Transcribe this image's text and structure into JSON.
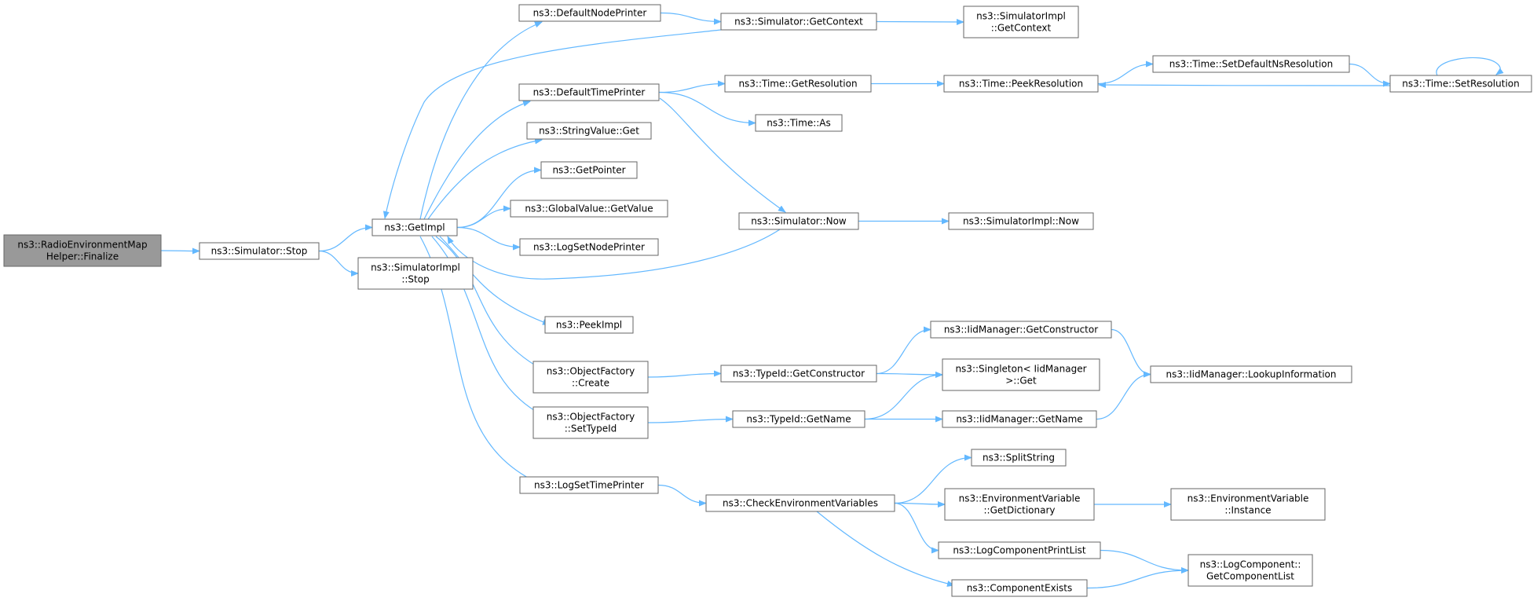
{
  "style": {
    "edge_color": "#63b8ff",
    "node_border": "#666666",
    "root_fill": "#999999"
  },
  "nodes": [
    {
      "id": "rem_finalize",
      "lines": [
        "ns3::RadioEnvironmentMap",
        "Helper::Finalize"
      ],
      "root": true
    },
    {
      "id": "sim_stop",
      "lines": [
        "ns3::Simulator::Stop"
      ]
    },
    {
      "id": "getimpl",
      "lines": [
        "ns3::GetImpl"
      ]
    },
    {
      "id": "simimpl_stop",
      "lines": [
        "ns3::SimulatorImpl",
        "::Stop"
      ]
    },
    {
      "id": "defaultnodeprinter",
      "lines": [
        "ns3::DefaultNodePrinter"
      ]
    },
    {
      "id": "sim_getcontext",
      "lines": [
        "ns3::Simulator::GetContext"
      ]
    },
    {
      "id": "simimpl_getcontext",
      "lines": [
        "ns3::SimulatorImpl",
        "::GetContext"
      ]
    },
    {
      "id": "defaulttimeprinter",
      "lines": [
        "ns3::DefaultTimePrinter"
      ]
    },
    {
      "id": "time_getresolution",
      "lines": [
        "ns3::Time::GetResolution"
      ]
    },
    {
      "id": "time_peekresolution",
      "lines": [
        "ns3::Time::PeekResolution"
      ]
    },
    {
      "id": "time_setdefaultns",
      "lines": [
        "ns3::Time::SetDefaultNsResolution"
      ]
    },
    {
      "id": "time_setresolution",
      "lines": [
        "ns3::Time::SetResolution"
      ]
    },
    {
      "id": "time_as",
      "lines": [
        "ns3::Time::As"
      ]
    },
    {
      "id": "stringvalue_get",
      "lines": [
        "ns3::StringValue::Get"
      ]
    },
    {
      "id": "getpointer",
      "lines": [
        "ns3::GetPointer"
      ]
    },
    {
      "id": "globalvalue_getvalue",
      "lines": [
        "ns3::GlobalValue::GetValue"
      ]
    },
    {
      "id": "sim_now",
      "lines": [
        "ns3::Simulator::Now"
      ]
    },
    {
      "id": "simimpl_now",
      "lines": [
        "ns3::SimulatorImpl::Now"
      ]
    },
    {
      "id": "logsetnodeprinter",
      "lines": [
        "ns3::LogSetNodePrinter"
      ]
    },
    {
      "id": "peekimpl",
      "lines": [
        "ns3::PeekImpl"
      ]
    },
    {
      "id": "iid_getconstructor",
      "lines": [
        "ns3::IidManager::GetConstructor"
      ]
    },
    {
      "id": "objfactory_create",
      "lines": [
        "ns3::ObjectFactory",
        "::Create"
      ]
    },
    {
      "id": "typeid_getconstructor",
      "lines": [
        "ns3::TypeId::GetConstructor"
      ]
    },
    {
      "id": "singleton_get",
      "lines": [
        "ns3::Singleton< IidManager",
        " >::Get"
      ]
    },
    {
      "id": "iid_lookupinformation",
      "lines": [
        "ns3::IidManager::LookupInformation"
      ]
    },
    {
      "id": "objfactory_settypeid",
      "lines": [
        "ns3::ObjectFactory",
        "::SetTypeId"
      ]
    },
    {
      "id": "typeid_getname",
      "lines": [
        "ns3::TypeId::GetName"
      ]
    },
    {
      "id": "iid_getname",
      "lines": [
        "ns3::IidManager::GetName"
      ]
    },
    {
      "id": "splitstring",
      "lines": [
        "ns3::SplitString"
      ]
    },
    {
      "id": "logsettimeprinter",
      "lines": [
        "ns3::LogSetTimePrinter"
      ]
    },
    {
      "id": "checkenvvars",
      "lines": [
        "ns3::CheckEnvironmentVariables"
      ]
    },
    {
      "id": "envvar_getdictionary",
      "lines": [
        "ns3::EnvironmentVariable",
        "::GetDictionary"
      ]
    },
    {
      "id": "envvar_instance",
      "lines": [
        "ns3::EnvironmentVariable",
        "::Instance"
      ]
    },
    {
      "id": "logcomponentprintlist",
      "lines": [
        "ns3::LogComponentPrintList"
      ]
    },
    {
      "id": "logcomponent_getcomponentlist",
      "lines": [
        "ns3::LogComponent::",
        "GetComponentList"
      ]
    },
    {
      "id": "componentexists",
      "lines": [
        "ns3::ComponentExists"
      ]
    }
  ],
  "edges": [
    [
      "rem_finalize",
      "sim_stop"
    ],
    [
      "sim_stop",
      "getimpl"
    ],
    [
      "sim_stop",
      "simimpl_stop"
    ],
    [
      "getimpl",
      "defaultnodeprinter"
    ],
    [
      "getimpl",
      "defaulttimeprinter"
    ],
    [
      "getimpl",
      "stringvalue_get"
    ],
    [
      "getimpl",
      "getpointer"
    ],
    [
      "getimpl",
      "globalvalue_getvalue"
    ],
    [
      "getimpl",
      "logsetnodeprinter"
    ],
    [
      "getimpl",
      "peekimpl"
    ],
    [
      "getimpl",
      "objfactory_create"
    ],
    [
      "getimpl",
      "objfactory_settypeid"
    ],
    [
      "getimpl",
      "logsettimeprinter"
    ],
    [
      "defaultnodeprinter",
      "sim_getcontext"
    ],
    [
      "sim_getcontext",
      "getimpl"
    ],
    [
      "sim_getcontext",
      "simimpl_getcontext"
    ],
    [
      "defaulttimeprinter",
      "time_getresolution"
    ],
    [
      "defaulttimeprinter",
      "time_as"
    ],
    [
      "defaulttimeprinter",
      "sim_now"
    ],
    [
      "time_getresolution",
      "time_peekresolution"
    ],
    [
      "time_peekresolution",
      "time_setdefaultns"
    ],
    [
      "time_setdefaultns",
      "time_setresolution"
    ],
    [
      "time_setresolution",
      "time_peekresolution"
    ],
    [
      "time_setresolution",
      "time_setresolution"
    ],
    [
      "sim_now",
      "getimpl"
    ],
    [
      "sim_now",
      "simimpl_now"
    ],
    [
      "objfactory_create",
      "typeid_getconstructor"
    ],
    [
      "typeid_getconstructor",
      "iid_getconstructor"
    ],
    [
      "typeid_getconstructor",
      "singleton_get"
    ],
    [
      "iid_getconstructor",
      "iid_lookupinformation"
    ],
    [
      "objfactory_settypeid",
      "typeid_getname"
    ],
    [
      "typeid_getname",
      "singleton_get"
    ],
    [
      "typeid_getname",
      "iid_getname"
    ],
    [
      "iid_getname",
      "iid_lookupinformation"
    ],
    [
      "logsettimeprinter",
      "checkenvvars"
    ],
    [
      "checkenvvars",
      "splitstring"
    ],
    [
      "checkenvvars",
      "envvar_getdictionary"
    ],
    [
      "checkenvvars",
      "logcomponentprintlist"
    ],
    [
      "checkenvvars",
      "componentexists"
    ],
    [
      "envvar_getdictionary",
      "envvar_instance"
    ],
    [
      "logcomponentprintlist",
      "logcomponent_getcomponentlist"
    ],
    [
      "componentexists",
      "logcomponent_getcomponentlist"
    ]
  ]
}
